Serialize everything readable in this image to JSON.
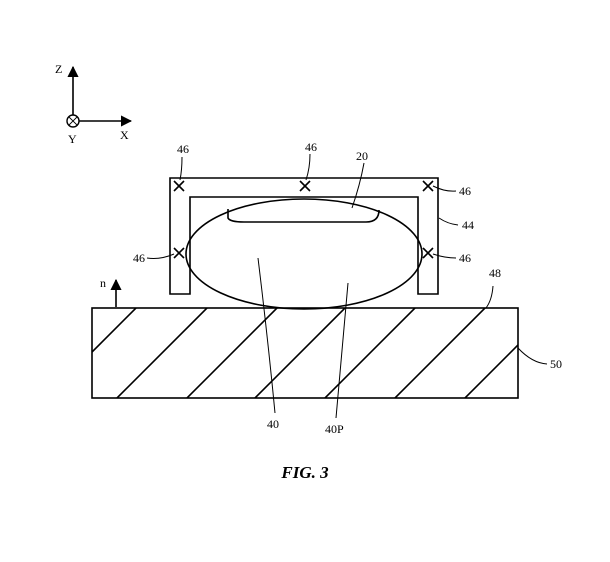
{
  "axes": {
    "z": "Z",
    "x": "X",
    "y": "Y",
    "n": "n"
  },
  "labels": {
    "l46_tl": "46",
    "l46_tc": "46",
    "l20": "20",
    "l46_tr": "46",
    "l44": "44",
    "l46_ml": "46",
    "l46_mr": "46",
    "l48": "48",
    "l50": "50",
    "l40": "40",
    "l40p": "40P"
  },
  "caption": "FIG. 3"
}
